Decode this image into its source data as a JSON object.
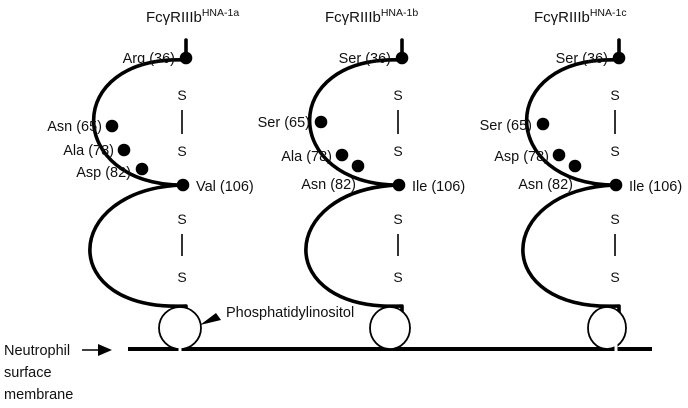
{
  "colors": {
    "ink": "#000000",
    "background": "#ffffff"
  },
  "variants": [
    {
      "title": "FcγRIIIb",
      "title_sup": "HNA-1a",
      "residues": [
        "Arg (36)",
        "Asn (65)",
        "Ala (78)",
        "Asp (82)",
        "Val (106)"
      ]
    },
    {
      "title": "FcγRIIIb",
      "title_sup": "HNA-1b",
      "residues": [
        "Ser (36)",
        "Ser (65)",
        "Ala (78)",
        "Asn (82)",
        "Ile (106)"
      ]
    },
    {
      "title": "FcγRIIIb",
      "title_sup": "HNA-1c",
      "residues": [
        "Ser (36)",
        "Ser (65)",
        "Asp (78)",
        "Asn (82)",
        "Ile (106)"
      ]
    }
  ],
  "disulfide_label": "S",
  "anchor_label": "Phosphatidylinositol",
  "membrane_label": [
    "Neutrophil",
    "surface",
    "membrane"
  ]
}
